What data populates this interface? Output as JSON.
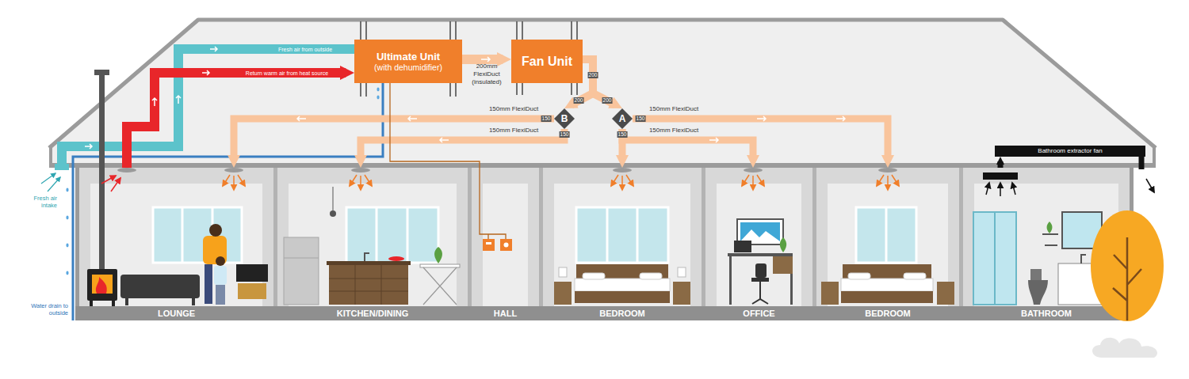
{
  "diagram": {
    "nodes": [
      {
        "text": [
          "Ultimate Unit",
          "(with dehumidifier)"
        ]
      },
      {
        "text": [
          "Fan Unit"
        ]
      },
      {
        "text": [
          "B"
        ]
      },
      {
        "text": [
          "A"
        ]
      },
      {
        "text": [
          "Bathroom extractor fan"
        ]
      },
      {
        "text": [
          "LOUNGE"
        ]
      },
      {
        "text": [
          "KITCHEN/DINING"
        ]
      },
      {
        "text": [
          "HALL"
        ]
      },
      {
        "text": [
          "BEDROOM"
        ]
      },
      {
        "text": [
          "OFFICE"
        ]
      },
      {
        "text": [
          "BEDROOM"
        ]
      },
      {
        "text": [
          "BATHROOM"
        ]
      }
    ],
    "edges": [
      {
        "from": 0,
        "to": 1,
        "arrow": "to",
        "label": "200mm FlexiDuct (insulated)"
      },
      {
        "from": 1,
        "to": 3,
        "arrow": "to"
      },
      {
        "from": 1,
        "to": 2,
        "arrow": "to"
      },
      {
        "from": 2,
        "to": 5,
        "arrow": "to",
        "label": "150mm FlexiDuct"
      },
      {
        "from": 2,
        "to": 6,
        "arrow": "to",
        "label": "150mm FlexiDuct"
      },
      {
        "from": 3,
        "to": 8,
        "arrow": "to"
      },
      {
        "from": 3,
        "to": 9,
        "arrow": "to",
        "label": "150mm FlexiDuct"
      },
      {
        "from": 3,
        "to": 10,
        "arrow": "to",
        "label": "150mm FlexiDuct"
      },
      {
        "from": 5,
        "to": 0,
        "arrow": "to",
        "label": "Return warm air from heat source"
      },
      {
        "from": 0,
        "to": 7,
        "arrow": "none"
      },
      {
        "from": 11,
        "to": 4,
        "arrow": "to"
      }
    ],
    "labels": [
      "Fresh air from outside",
      "200",
      "200",
      "200",
      "150",
      "150",
      "150",
      "150",
      "Fresh air intake",
      "Water drain to outside"
    ]
  }
}
